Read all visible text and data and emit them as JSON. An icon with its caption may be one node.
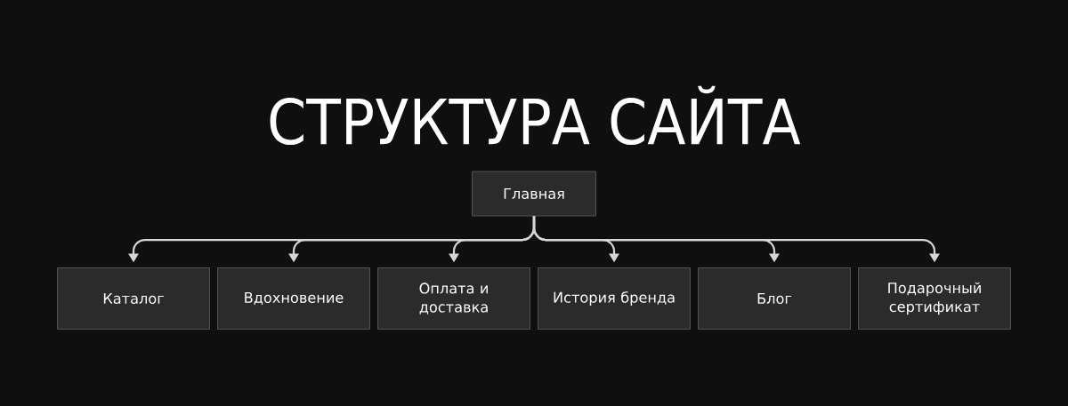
{
  "diagram": {
    "title": "СТРУКТУРА САЙТА",
    "nodes": [
      {
        "text": [
          "Главная"
        ]
      },
      {
        "text": [
          "Каталог"
        ]
      },
      {
        "text": [
          "Вдохновение"
        ]
      },
      {
        "text": [
          "Оплата и доставка"
        ]
      },
      {
        "text": [
          "История бренда"
        ]
      },
      {
        "text": [
          "Блог"
        ]
      },
      {
        "text": [
          "Подарочный сертификат"
        ]
      }
    ],
    "edges": [
      {
        "from": 0,
        "to": 1,
        "arrow": "to"
      },
      {
        "from": 0,
        "to": 2,
        "arrow": "to"
      },
      {
        "from": 0,
        "to": 3,
        "arrow": "to"
      },
      {
        "from": 0,
        "to": 4,
        "arrow": "to"
      },
      {
        "from": 0,
        "to": 5,
        "arrow": "to"
      },
      {
        "from": 0,
        "to": 6,
        "arrow": "to"
      }
    ]
  }
}
